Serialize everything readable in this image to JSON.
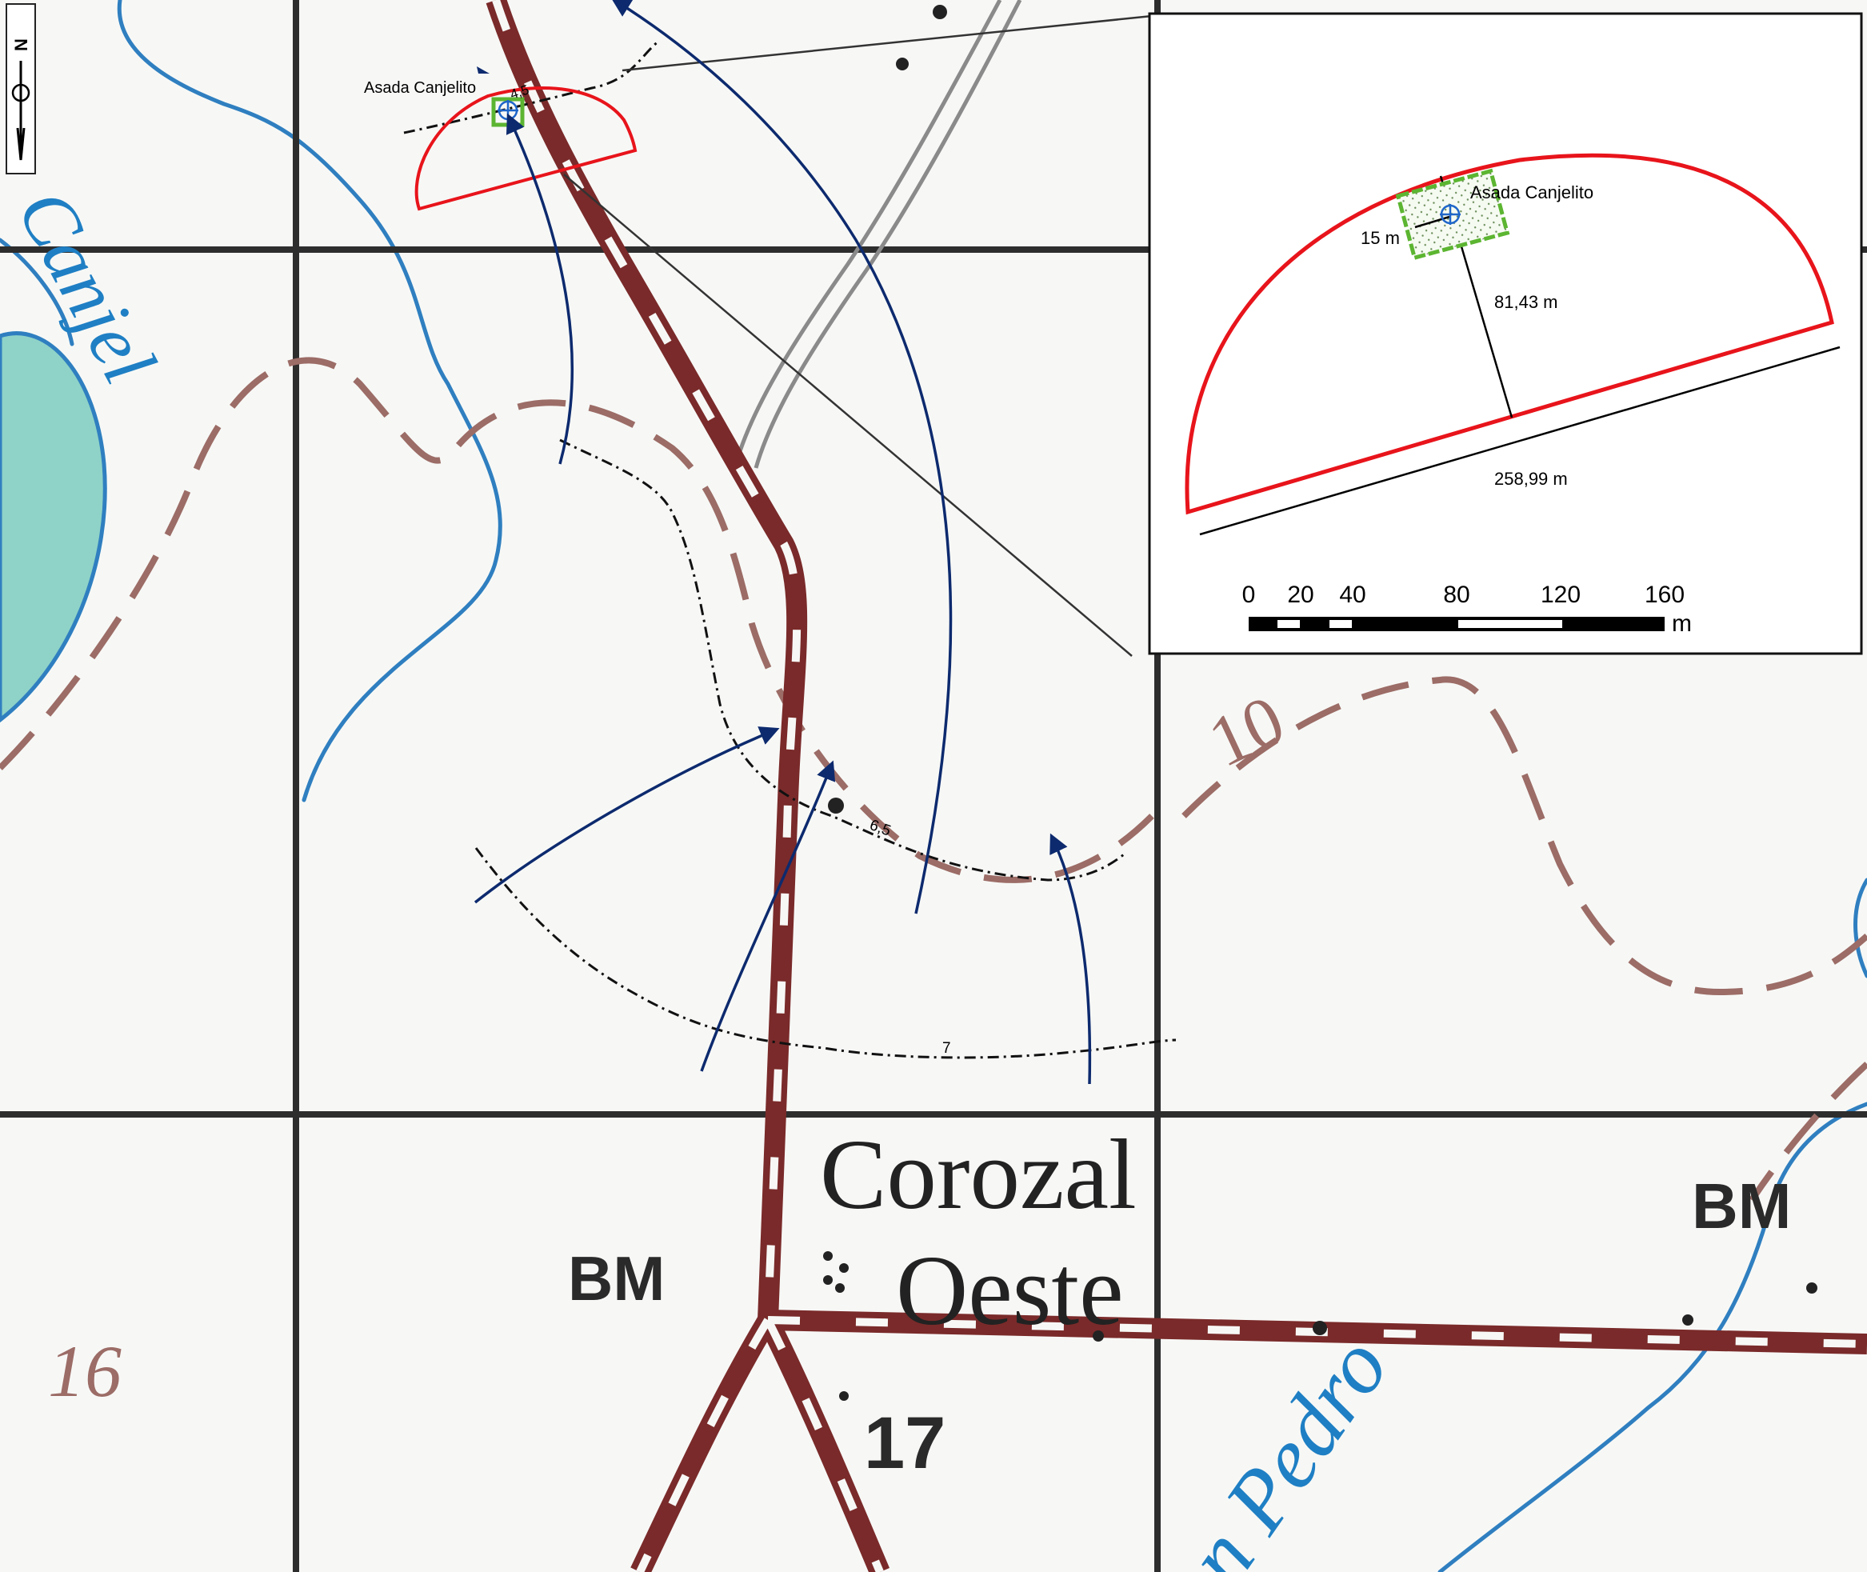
{
  "labels": {
    "site_name": "Asada Canjelito",
    "contour_start": "4,5",
    "contour_mid": "6,5",
    "contour_low": "7",
    "contour_ten": "10",
    "town_line1": "Corozal",
    "town_line2": "Oeste",
    "bm_left": "BM",
    "bm_right": "BM",
    "elev_16": "16",
    "elev_17": "17",
    "river_canjel": "Canjel",
    "river_pedro": "n Pedro",
    "north": "N"
  },
  "inset": {
    "site_name": "Asada Canjelito",
    "side": "15 m",
    "radius": "81,43 m",
    "chord": "258,99 m",
    "scale_ticks": [
      "0",
      "20",
      "40",
      "80",
      "120",
      "160"
    ],
    "scale_unit": "m"
  },
  "colors": {
    "protection_zone": "#e8141b",
    "flow_arrows": "#0d2a6e",
    "road": "#7a2a2a",
    "river": "#2f7fc0",
    "contour": "#9c6c66",
    "grid": "#2d2d2d",
    "well_square": "#5cb531",
    "lagoon": "#8fd3c8"
  }
}
